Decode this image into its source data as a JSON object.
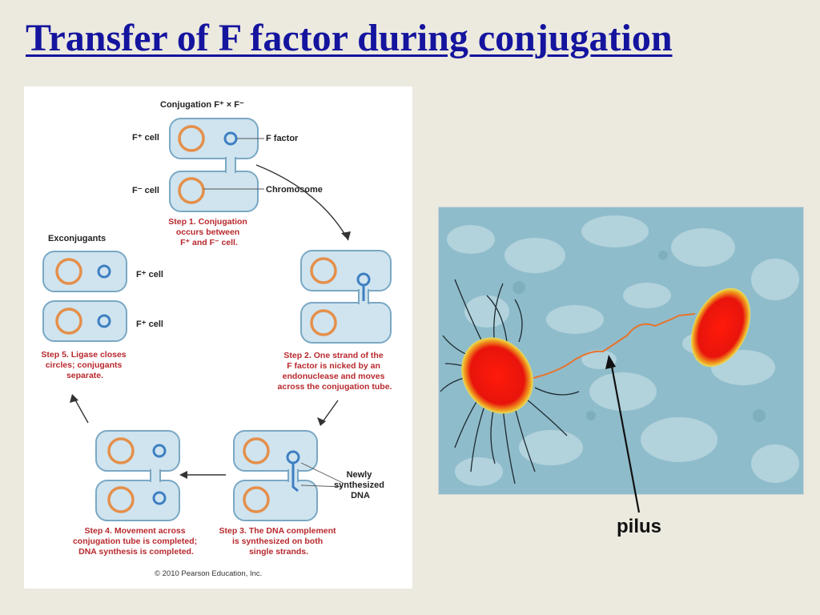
{
  "slide": {
    "title": "Transfer of F factor during conjugation"
  },
  "diagram": {
    "heading": "Conjugation F⁺ × F⁻",
    "labels": {
      "f_plus_cell_top": "F⁺ cell",
      "f_factor": "F factor",
      "f_minus_cell": "F⁻ cell",
      "chromosome": "Chromosome",
      "exconjugants": "Exconjugants",
      "exc_f_plus_1": "F⁺ cell",
      "exc_f_plus_2": "F⁺ cell",
      "newly_synth": [
        "Newly",
        "synthesized",
        "DNA"
      ]
    },
    "steps": {
      "step1": [
        "Step 1. Conjugation",
        "occurs between",
        "F⁺ and F⁻ cell."
      ],
      "step2": [
        "Step 2. One strand of the",
        "F factor is nicked by an",
        "endonuclease and moves",
        "across the conjugation tube."
      ],
      "step3": [
        "Step 3. The DNA complement",
        "is synthesized on both",
        "single strands."
      ],
      "step4": [
        "Step 4. Movement across",
        "conjugation tube is completed;",
        "DNA synthesis is completed."
      ],
      "step5": [
        "Step 5. Ligase closes",
        "circles; conjugants",
        "separate."
      ]
    },
    "copyright": "© 2010 Pearson Education, Inc.",
    "colors": {
      "cell_fill": "#cfe4ef",
      "chromosome": "#e58f4a",
      "f_factor": "#3e7fc2",
      "step_text": "#b8282d"
    }
  },
  "photo": {
    "pilus_label": "pilus",
    "colors": {
      "background": "#8fbccb",
      "bacteria": "#e81a10",
      "pilus": "#e8722a"
    }
  }
}
